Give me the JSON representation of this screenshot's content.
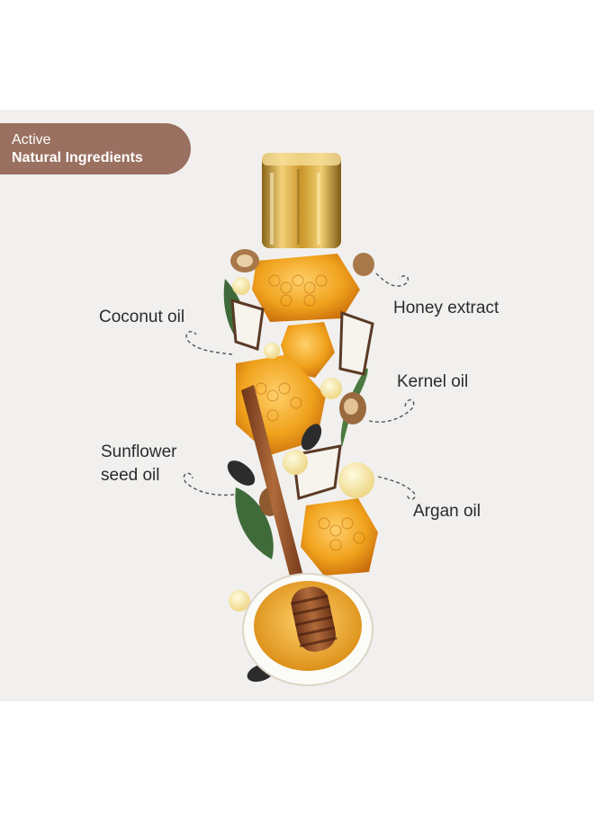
{
  "badge": {
    "line1": "Active",
    "line2": "Natural Ingredients"
  },
  "ingredients": [
    {
      "label": "Coconut oil"
    },
    {
      "label": "Honey extract"
    },
    {
      "label": "Kernel oil"
    },
    {
      "label": "Sunflower seed oil"
    },
    {
      "label": "Argan oil"
    }
  ],
  "colors": {
    "panel_background": "#f1f0ee",
    "badge_background": "#9a7060",
    "cap_gold": "#c9962a",
    "honey": "#f0a21c",
    "leaf_green": "#3f6b3a",
    "dipper_wood": "#8a4a26"
  }
}
